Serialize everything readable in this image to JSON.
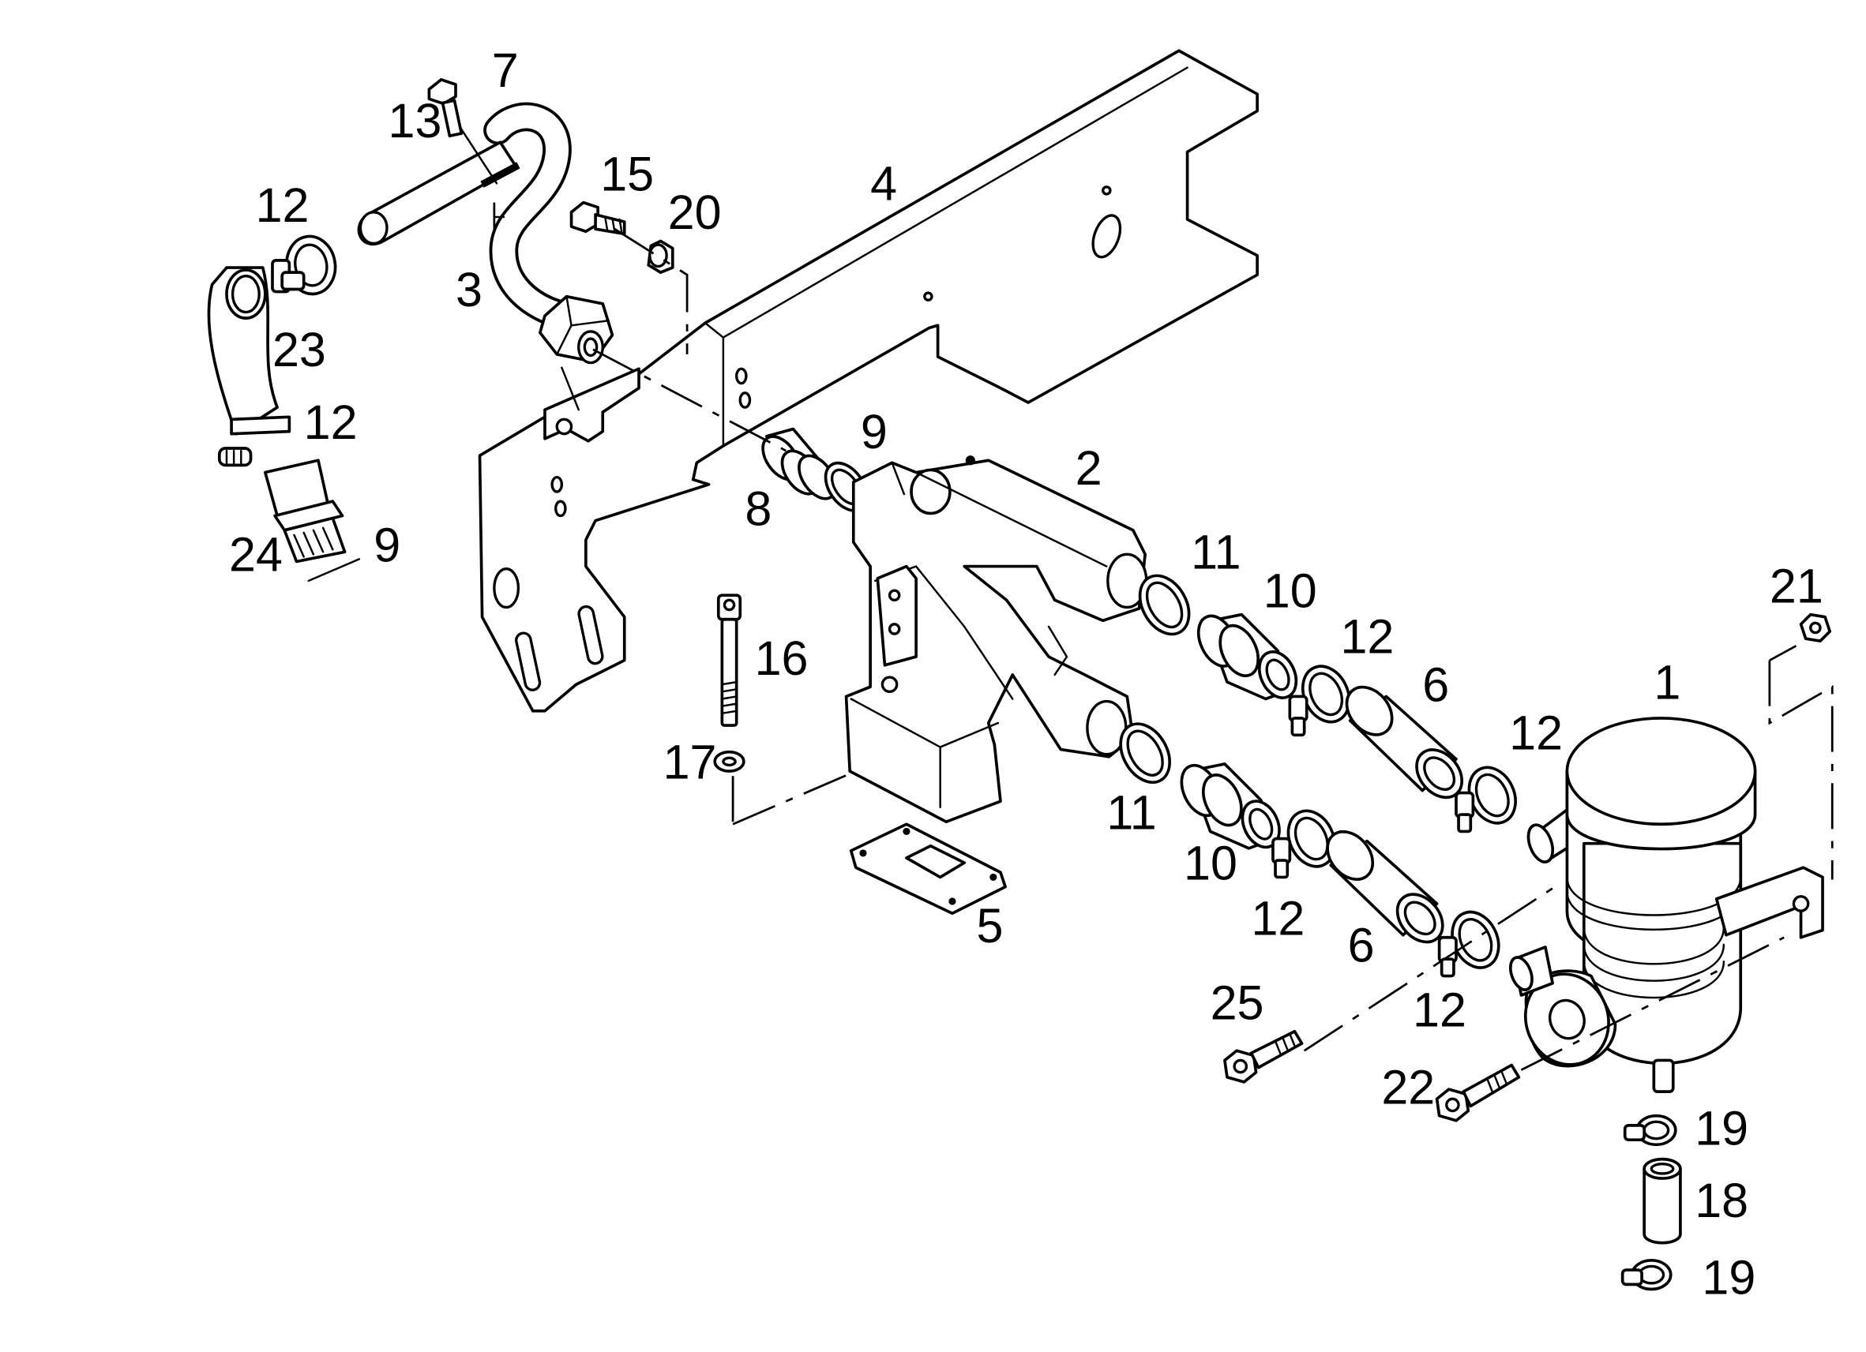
{
  "callouts": [
    {
      "id": "c1",
      "label": "1"
    },
    {
      "id": "c2",
      "label": "2"
    },
    {
      "id": "c3",
      "label": "3"
    },
    {
      "id": "c4",
      "label": "4"
    },
    {
      "id": "c5",
      "label": "5"
    },
    {
      "id": "c6a",
      "label": "6"
    },
    {
      "id": "c6b",
      "label": "6"
    },
    {
      "id": "c7",
      "label": "7"
    },
    {
      "id": "c8",
      "label": "8"
    },
    {
      "id": "c9a",
      "label": "9"
    },
    {
      "id": "c9b",
      "label": "9"
    },
    {
      "id": "c10a",
      "label": "10"
    },
    {
      "id": "c10b",
      "label": "10"
    },
    {
      "id": "c11a",
      "label": "11"
    },
    {
      "id": "c11b",
      "label": "11"
    },
    {
      "id": "c12a",
      "label": "12"
    },
    {
      "id": "c12b",
      "label": "12"
    },
    {
      "id": "c12c",
      "label": "12"
    },
    {
      "id": "c12d",
      "label": "12"
    },
    {
      "id": "c12e",
      "label": "12"
    },
    {
      "id": "c12f",
      "label": "12"
    },
    {
      "id": "c13",
      "label": "13"
    },
    {
      "id": "c15",
      "label": "15"
    },
    {
      "id": "c16",
      "label": "16"
    },
    {
      "id": "c17",
      "label": "17"
    },
    {
      "id": "c18",
      "label": "18"
    },
    {
      "id": "c19a",
      "label": "19"
    },
    {
      "id": "c19b",
      "label": "19"
    },
    {
      "id": "c20",
      "label": "20"
    },
    {
      "id": "c21",
      "label": "21"
    },
    {
      "id": "c22",
      "label": "22"
    },
    {
      "id": "c23",
      "label": "23"
    },
    {
      "id": "c24",
      "label": "24"
    },
    {
      "id": "c25",
      "label": "25"
    }
  ]
}
